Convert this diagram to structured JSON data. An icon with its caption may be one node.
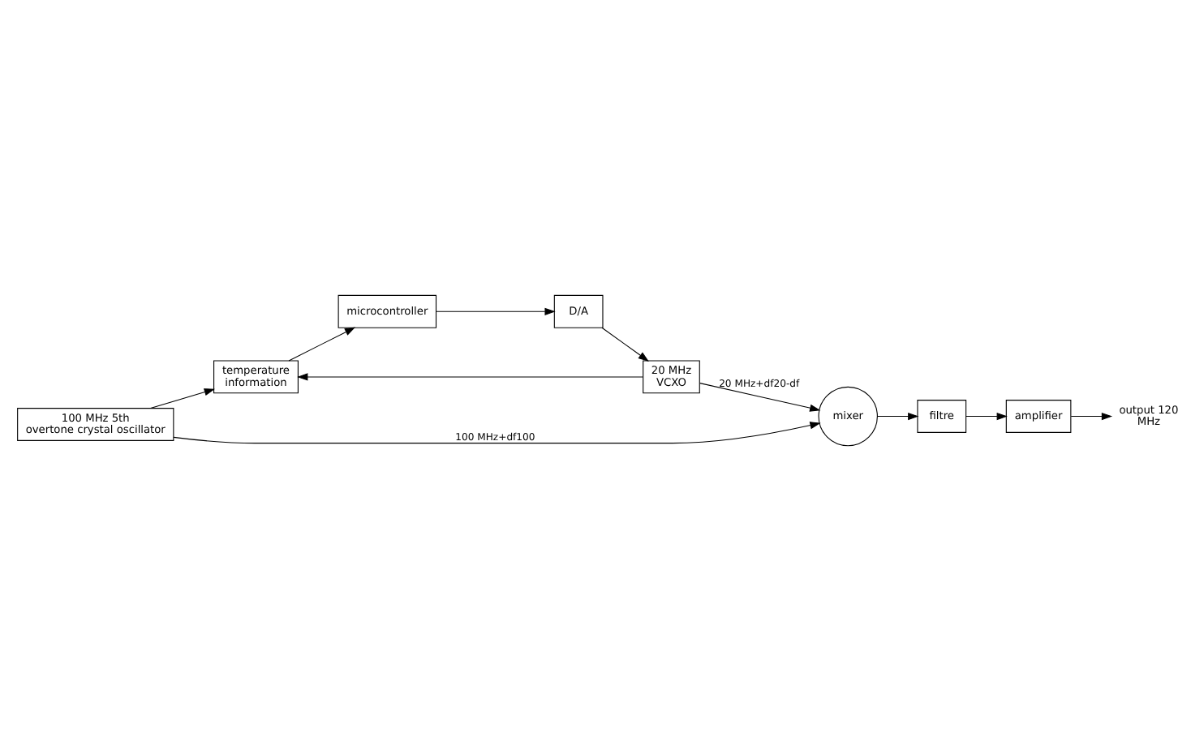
{
  "diagram": {
    "nodes": [
      {
        "text": [
          "100 MHz 5th overtone crystal oscillator"
        ]
      },
      {
        "text": [
          "temperature information"
        ]
      },
      {
        "text": [
          "microcontroller"
        ]
      },
      {
        "text": [
          "mixer"
        ]
      },
      {
        "text": [
          "filtre"
        ]
      },
      {
        "text": [
          "amplifier"
        ]
      },
      {
        "text": [
          "D/A"
        ]
      },
      {
        "text": [
          "20 MHz VCXO"
        ]
      },
      {
        "text": [
          "output 120 MHz"
        ]
      }
    ],
    "edges": [
      {
        "from": 0,
        "to": 1,
        "arrow": "to"
      },
      {
        "from": 0,
        "to": 3,
        "arrow": "to",
        "label": "100 MHz+df100"
      },
      {
        "from": 1,
        "to": 2,
        "arrow": "to"
      },
      {
        "from": 2,
        "to": 6,
        "arrow": "to"
      },
      {
        "from": 6,
        "to": 7,
        "arrow": "to"
      },
      {
        "from": 7,
        "to": 1,
        "arrow": "to"
      },
      {
        "from": 7,
        "to": 3,
        "arrow": "to",
        "label": "20 MHz+df20-df"
      },
      {
        "from": 3,
        "to": 4,
        "arrow": "to"
      },
      {
        "from": 4,
        "to": 5,
        "arrow": "to"
      },
      {
        "from": 5,
        "to": 8,
        "arrow": "to"
      }
    ]
  }
}
